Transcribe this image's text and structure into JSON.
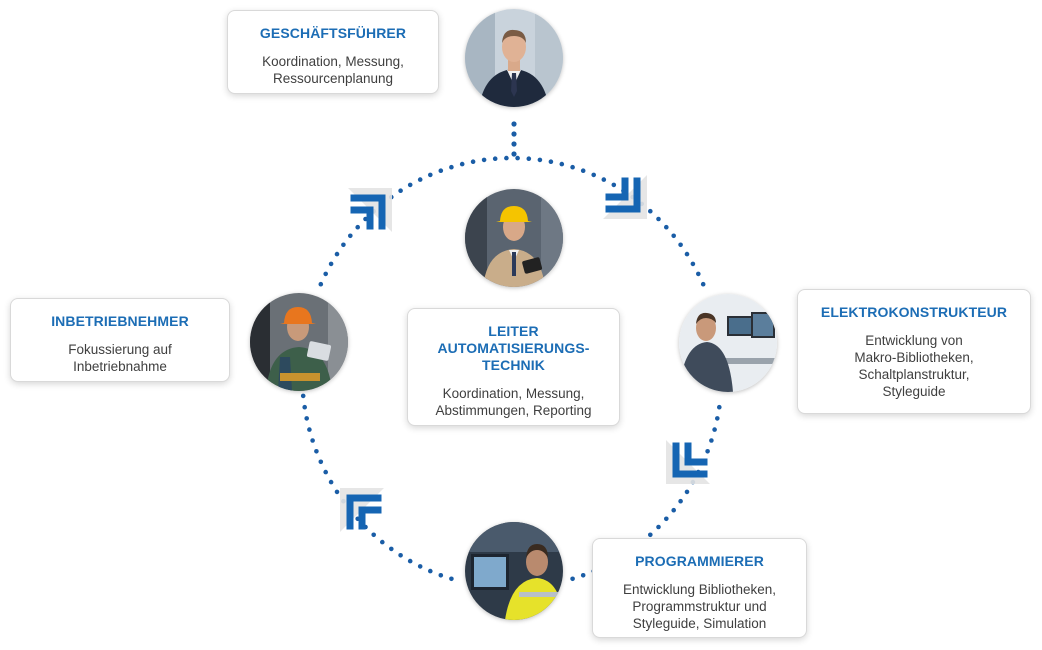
{
  "colors": {
    "accent": "#1c6db5",
    "arrow": "#1565b3",
    "dot": "#1a5da6",
    "text": "#3f3f3f"
  },
  "roles": {
    "geschaeftsfuehrer": {
      "title": "GESCHÄFTSFÜHRER",
      "text": "Koordination, Messung,\nRessourcenplanung"
    },
    "leiter": {
      "title": "LEITER\nAUTOMATISIERUNGS-\nTECHNIK",
      "text": "Koordination, Messung,\nAbstimmungen, Reporting"
    },
    "elektrokonstrukteur": {
      "title": "ELEKTROKONSTRUKTEUR",
      "text": "Entwicklung von\nMakro-Bibliotheken,\nSchaltplanstruktur,\nStyleguide"
    },
    "programmierer": {
      "title": "PROGRAMMIERER",
      "text": "Entwicklung Bibliotheken,\nProgrammstruktur und\nStyleguide, Simulation"
    },
    "inbetriebnehmer": {
      "title": "INBETRIEBNEHMER",
      "text": "Fokussierung auf\nInbetriebnahme"
    }
  },
  "icons": {
    "arrow": "double-chevron-arrow-icon",
    "photo": "person-photo-icon"
  }
}
